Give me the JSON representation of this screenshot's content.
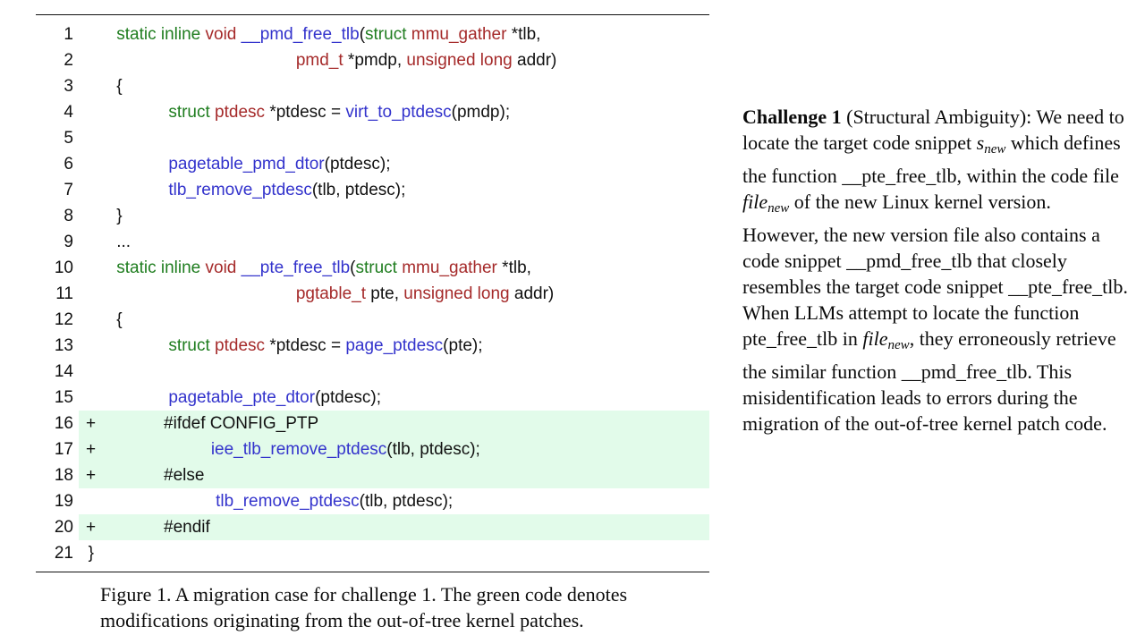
{
  "colors": {
    "keyword_green": "#1f7d1f",
    "type_red": "#a52a2a",
    "function_blue": "#3333cc",
    "added_line_bg": "#e2fbea"
  },
  "figure": {
    "caption": "Figure 1. A migration case for challenge 1. The green code denotes modifications originating from the out-of-tree kernel patches.",
    "code": {
      "added_marker": "+",
      "lines": [
        {
          "n": "1",
          "indent": 8,
          "added": false,
          "tokens": [
            [
              "kw",
              "static inline "
            ],
            [
              "ty",
              "void "
            ],
            [
              "fn",
              "__pmd_free_tlb"
            ],
            [
              "pl",
              "("
            ],
            [
              "kw",
              "struct "
            ],
            [
              "ty",
              "mmu_gather "
            ],
            [
              "pl",
              "*tlb,"
            ]
          ]
        },
        {
          "n": "2",
          "indent": 46,
          "added": false,
          "tokens": [
            [
              "ty",
              "pmd_t "
            ],
            [
              "pl",
              "*pmdp, "
            ],
            [
              "ty",
              "unsigned long "
            ],
            [
              "pl",
              "addr)"
            ]
          ]
        },
        {
          "n": "3",
          "indent": 8,
          "added": false,
          "tokens": [
            [
              "pl",
              "{"
            ]
          ]
        },
        {
          "n": "4",
          "indent": 19,
          "added": false,
          "tokens": [
            [
              "kw",
              "struct "
            ],
            [
              "ty",
              "ptdesc "
            ],
            [
              "pl",
              "*ptdesc = "
            ],
            [
              "fn",
              "virt_to_ptdesc"
            ],
            [
              "pl",
              "(pmdp);"
            ]
          ]
        },
        {
          "n": "5",
          "indent": 0,
          "added": false,
          "tokens": []
        },
        {
          "n": "6",
          "indent": 19,
          "added": false,
          "tokens": [
            [
              "fn",
              "pagetable_pmd_dtor"
            ],
            [
              "pl",
              "(ptdesc);"
            ]
          ]
        },
        {
          "n": "7",
          "indent": 19,
          "added": false,
          "tokens": [
            [
              "fn",
              "tlb_remove_ptdesc"
            ],
            [
              "pl",
              "(tlb, ptdesc);"
            ]
          ]
        },
        {
          "n": "8",
          "indent": 8,
          "added": false,
          "tokens": [
            [
              "pl",
              "}"
            ]
          ]
        },
        {
          "n": "9",
          "indent": 8,
          "added": false,
          "tokens": [
            [
              "pl",
              "..."
            ]
          ]
        },
        {
          "n": "10",
          "indent": 8,
          "added": false,
          "tokens": [
            [
              "kw",
              "static inline "
            ],
            [
              "ty",
              "void "
            ],
            [
              "fn",
              "__pte_free_tlb"
            ],
            [
              "pl",
              "("
            ],
            [
              "kw",
              "struct "
            ],
            [
              "ty",
              "mmu_gather "
            ],
            [
              "pl",
              "*tlb,"
            ]
          ]
        },
        {
          "n": "11",
          "indent": 46,
          "added": false,
          "tokens": [
            [
              "ty",
              "pgtable_t "
            ],
            [
              "pl",
              "pte, "
            ],
            [
              "ty",
              "unsigned long "
            ],
            [
              "pl",
              "addr)"
            ]
          ]
        },
        {
          "n": "12",
          "indent": 8,
          "added": false,
          "tokens": [
            [
              "pl",
              "{"
            ]
          ]
        },
        {
          "n": "13",
          "indent": 19,
          "added": false,
          "tokens": [
            [
              "kw",
              "struct "
            ],
            [
              "ty",
              "ptdesc "
            ],
            [
              "pl",
              "*ptdesc = "
            ],
            [
              "fn",
              "page_ptdesc"
            ],
            [
              "pl",
              "(pte);"
            ]
          ]
        },
        {
          "n": "14",
          "indent": 0,
          "added": false,
          "tokens": []
        },
        {
          "n": "15",
          "indent": 19,
          "added": false,
          "tokens": [
            [
              "fn",
              "pagetable_pte_dtor"
            ],
            [
              "pl",
              "(ptdesc);"
            ]
          ]
        },
        {
          "n": "16",
          "indent": 18,
          "added": true,
          "tokens": [
            [
              "pl",
              "#ifdef CONFIG_PTP"
            ]
          ]
        },
        {
          "n": "17",
          "indent": 28,
          "added": true,
          "tokens": [
            [
              "fn",
              "iee_tlb_remove_ptdesc"
            ],
            [
              "pl",
              "(tlb, ptdesc);"
            ]
          ]
        },
        {
          "n": "18",
          "indent": 18,
          "added": true,
          "tokens": [
            [
              "pl",
              "#else"
            ]
          ]
        },
        {
          "n": "19",
          "indent": 29,
          "added": false,
          "tokens": [
            [
              "fn",
              "tlb_remove_ptdesc"
            ],
            [
              "pl",
              "(tlb, ptdesc);"
            ]
          ]
        },
        {
          "n": "20",
          "indent": 18,
          "added": true,
          "tokens": [
            [
              "pl",
              "#endif"
            ]
          ]
        },
        {
          "n": "21",
          "indent": 2,
          "added": false,
          "tokens": [
            [
              "pl",
              "}"
            ]
          ]
        }
      ]
    }
  },
  "challenge": {
    "segments": [
      {
        "t": "Challenge 1",
        "b": true
      },
      {
        "t": " (Structural Ambiguity): We need to locate the target code snippet "
      },
      {
        "t": "s",
        "m": true
      },
      {
        "t": "new",
        "m": true,
        "s": true
      },
      {
        "t": " which defines the function __pte_free_tlb, within the code file "
      },
      {
        "t": "file",
        "m": true
      },
      {
        "t": "new",
        "m": true,
        "s": true
      },
      {
        "t": " of the new Linux kernel version. However, the new version file also contains a code snippet __pmd_free_tlb that closely resembles the target code snippet __pte_free_tlb. When LLMs attempt to locate the function pte_free_tlb in "
      },
      {
        "t": "file",
        "m": true
      },
      {
        "t": "new",
        "m": true,
        "s": true
      },
      {
        "t": ", they erroneously retrieve the similar function __pmd_free_tlb. This misidentification leads to errors during the migration of the out-of-tree kernel patch code."
      }
    ]
  }
}
